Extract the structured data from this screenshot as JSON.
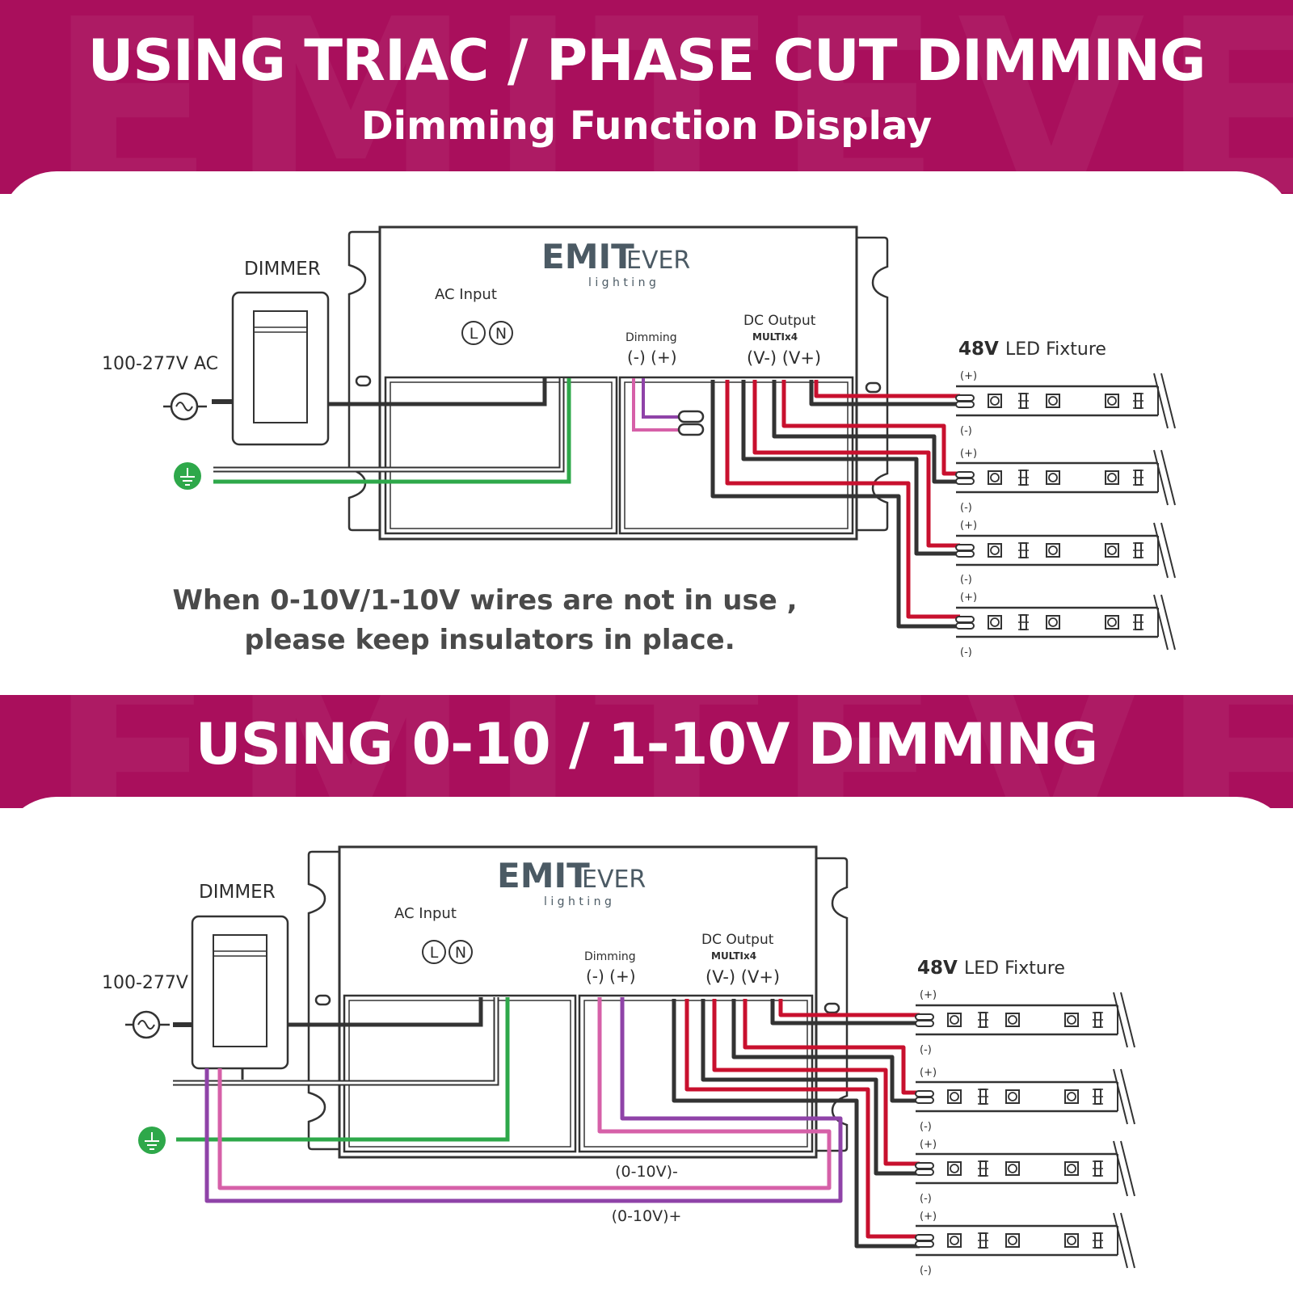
{
  "watermark": "EMITEVER",
  "section1": {
    "title": "USING TRIAC / PHASE CUT DIMMING",
    "subtitle": "Dimming Function Display",
    "dimmer_label": "DIMMER",
    "supply_label": "100-277V AC",
    "ac_input_label": "AC Input",
    "terminal_l": "L",
    "terminal_n": "N",
    "dimming_label": "Dimming",
    "dimming_terminals": "(-)  (+)",
    "dc_output_label": "DC Output",
    "multi_label": "MULTIx4",
    "dc_terminals": "(V-) (V+)",
    "note_line1": "When 0-10V/1-10V wires are not in use ,",
    "note_line2": "please keep insulators in place."
  },
  "section2": {
    "title": "USING 0-10 / 1-10V DIMMING",
    "dimmer_label": "DIMMER",
    "supply_label": "100-277V",
    "ac_input_label": "AC Input",
    "terminal_l": "L",
    "terminal_n": "N",
    "dimming_label": "Dimming",
    "dimming_terminals": "(-)  (+)",
    "dc_output_label": "DC Output",
    "multi_label": "MULTIx4",
    "dc_terminals": "(V-) (V+)",
    "wire_minus_label": "(0-10V)-",
    "wire_plus_label": "(0-10V)+"
  },
  "brand": {
    "name_bold": "EMIT",
    "name_light": "EVER",
    "tagline": "l i g h t i n g"
  },
  "fixture": {
    "voltage": "48V",
    "label": "LED Fixture",
    "plus": "(+)",
    "minus": "(-)"
  },
  "colors": {
    "band": "#a90f5c",
    "wire_live": "#333333",
    "wire_ground": "#2ea84a",
    "wire_positive": "#c8102e",
    "wire_dim_minus": "#d660a8",
    "wire_dim_plus": "#8f43a8",
    "text": "#2d2d2d"
  }
}
